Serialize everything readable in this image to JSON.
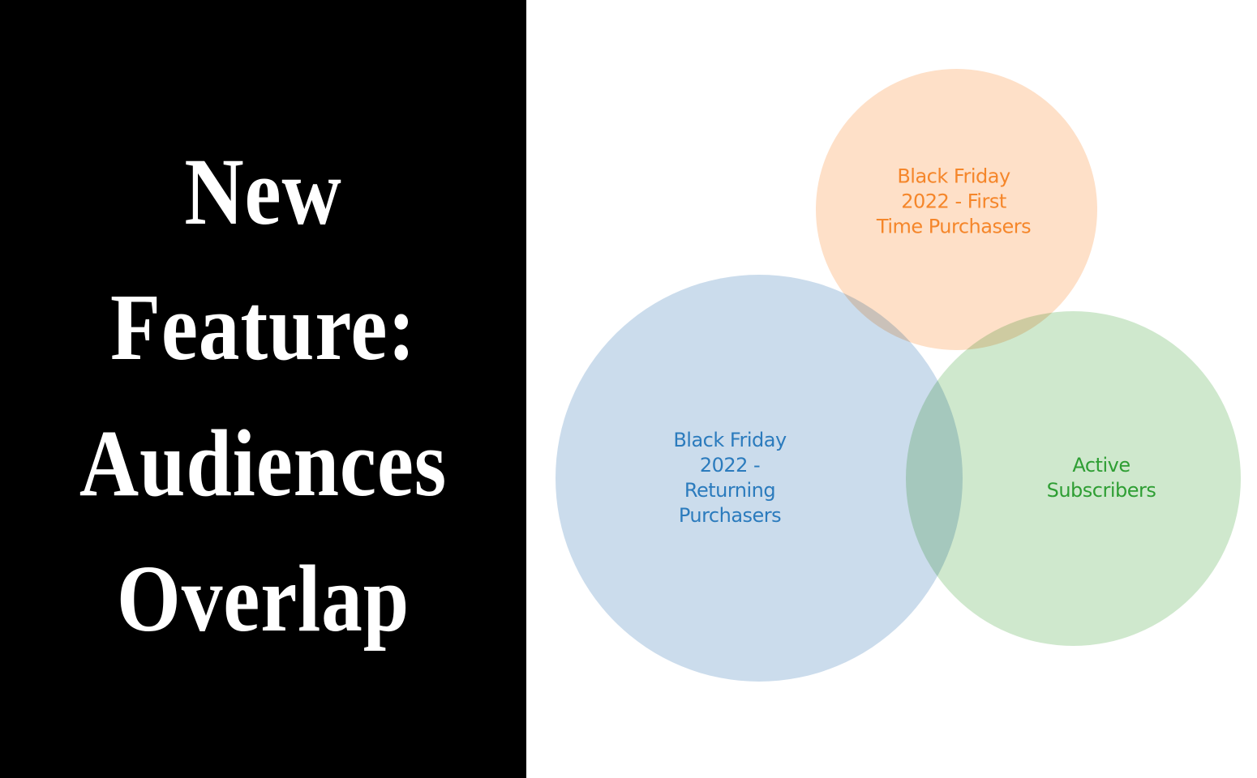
{
  "title": {
    "lines": [
      "New",
      "Feature:",
      "Audiences",
      "Overlap"
    ],
    "text_color": "#ffffff",
    "background": "#000000"
  },
  "venn": {
    "sets": [
      {
        "id": "first-time",
        "label": "Black Friday\n2022 - First\nTime Purchasers",
        "fill": "#fee0c8",
        "text_color": "#f5862a"
      },
      {
        "id": "returning",
        "label": "Black Friday\n2022 -\nReturning\nPurchasers",
        "fill": "#cbdcec",
        "text_color": "#2b7bbd"
      },
      {
        "id": "active-subscribers",
        "label": "Active\nSubscribers",
        "fill": "#cfe8cd",
        "text_color": "#2e9e33"
      }
    ]
  },
  "chart_data": {
    "type": "venn",
    "title": "New Feature: Audiences Overlap",
    "sets": [
      {
        "name": "Black Friday 2022 - First Time Purchasers",
        "relative_size": 0.48
      },
      {
        "name": "Black Friday 2022 - Returning Purchasers",
        "relative_size": 1.0
      },
      {
        "name": "Active Subscribers",
        "relative_size": 0.67
      }
    ],
    "overlaps": [
      {
        "sets": [
          "Black Friday 2022 - First Time Purchasers",
          "Black Friday 2022 - Returning Purchasers"
        ],
        "visible": true,
        "size": "small"
      },
      {
        "sets": [
          "Black Friday 2022 - First Time Purchasers",
          "Active Subscribers"
        ],
        "visible": true,
        "size": "small"
      },
      {
        "sets": [
          "Black Friday 2022 - Returning Purchasers",
          "Active Subscribers"
        ],
        "visible": true,
        "size": "medium"
      },
      {
        "sets": [
          "Black Friday 2022 - First Time Purchasers",
          "Black Friday 2022 - Returning Purchasers",
          "Active Subscribers"
        ],
        "visible": false
      }
    ]
  }
}
